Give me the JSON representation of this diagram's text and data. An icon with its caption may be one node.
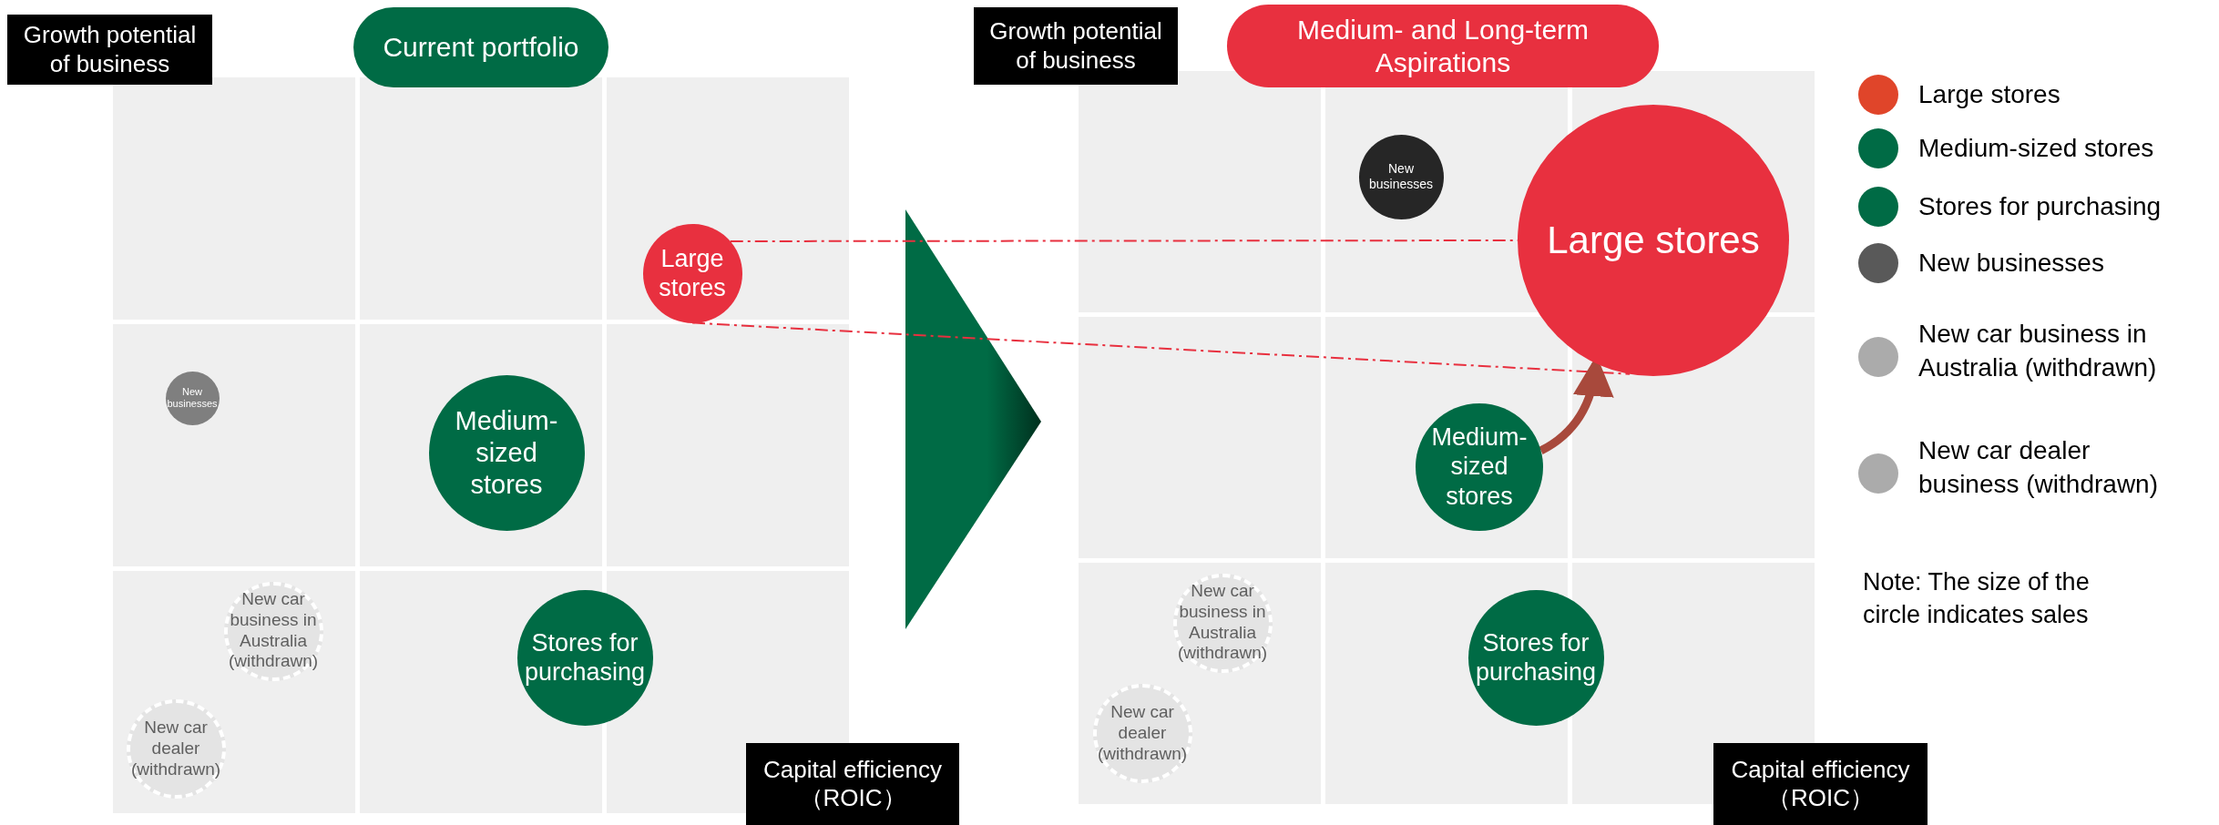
{
  "diagram": {
    "nodes": [
      {
        "text": [
          "Growth potential of business"
        ]
      },
      {
        "text": [
          "Current portfolio"
        ]
      },
      {
        "text": [
          "Large stores"
        ]
      },
      {
        "text": [
          "New businesses"
        ]
      },
      {
        "text": [
          "Medium-sized stores"
        ]
      },
      {
        "text": [
          "New car business in Australia (withdrawn)"
        ]
      },
      {
        "text": [
          "Stores for purchasing"
        ]
      },
      {
        "text": [
          "New car dealer (withdrawn)"
        ]
      },
      {
        "text": [
          "Capital efficiency （ROIC）"
        ]
      },
      {
        "text": [
          "Growth potential of business"
        ]
      },
      {
        "text": [
          "Medium- and Long-term Aspirations"
        ]
      },
      {
        "text": [
          "New businesses"
        ]
      },
      {
        "text": [
          "Large stores"
        ]
      },
      {
        "text": [
          "Medium-sized stores"
        ]
      },
      {
        "text": [
          "New car business in Australia (withdrawn)"
        ]
      },
      {
        "text": [
          "Stores for purchasing"
        ]
      },
      {
        "text": [
          "New car dealer (withdrawn)"
        ]
      },
      {
        "text": [
          "Capital efficiency （ROIC）"
        ]
      }
    ],
    "edges": [
      {
        "from": 2,
        "to": 12,
        "arrow": "none",
        "style": "dashed"
      },
      {
        "from": 2,
        "to": 12,
        "arrow": "none",
        "style": "dashed"
      },
      {
        "from": 13,
        "to": 12,
        "arrow": "to",
        "style": "thick",
        "color": "#a8493c"
      }
    ],
    "labels": [
      "Note: The size of the circle indicates sales"
    ],
    "legend": [
      {
        "text": "Large stores",
        "color": "#e0452a"
      },
      {
        "text": "Medium-sized stores",
        "color": "#006b45"
      },
      {
        "text": "Stores for purchasing",
        "color": "#006b45"
      },
      {
        "text": "New businesses",
        "color": "#595959"
      },
      {
        "text": "New car business in Australia (withdrawn)",
        "color": "#ababab"
      },
      {
        "text": "New car dealer business (withdrawn)",
        "color": "#ababab"
      }
    ]
  }
}
